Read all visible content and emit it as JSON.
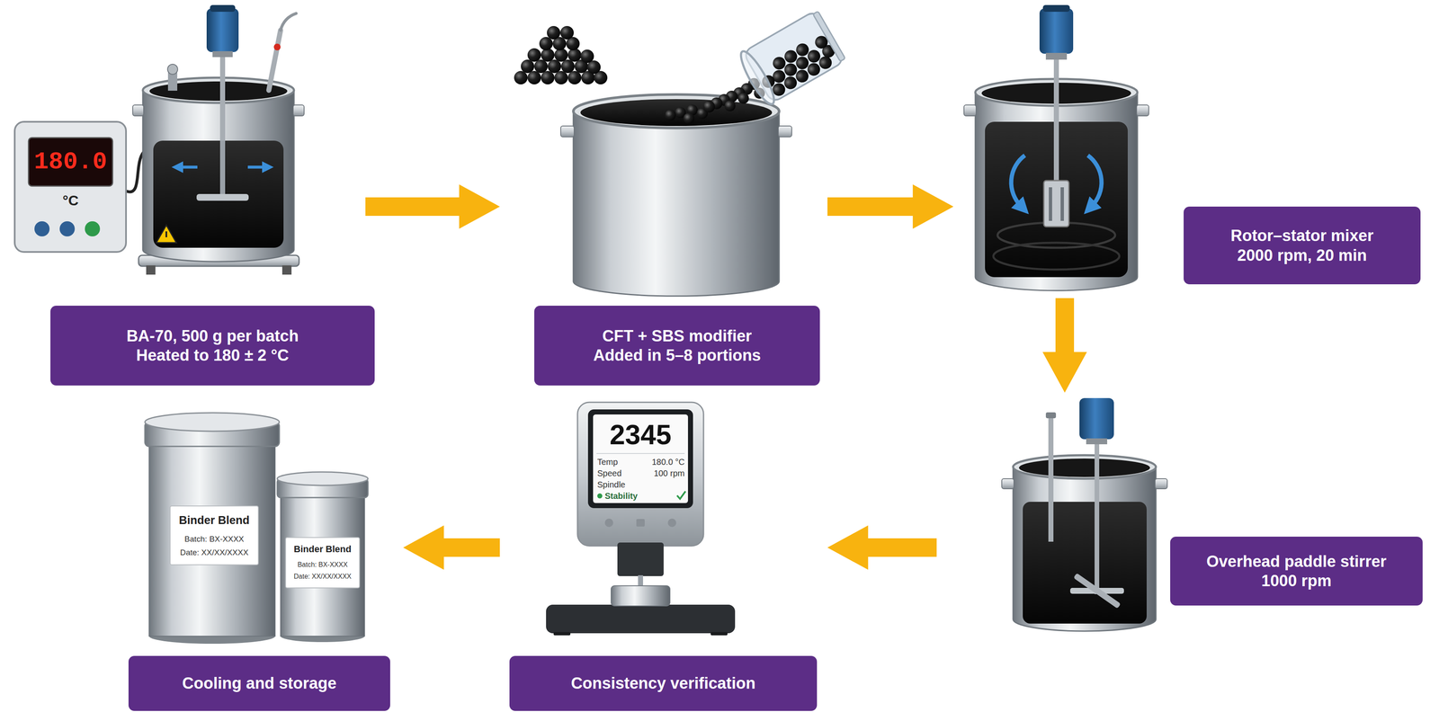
{
  "diagram": {
    "nodes": [
      {
        "text": [
          "BA-70, 500 g per batch Heated to 180 ± 2 °C"
        ]
      },
      {
        "text": [
          "CFT + SBS modifier Added in 5–8 portions"
        ]
      },
      {
        "text": [
          "Rotor–stator mixer 2000 rpm, 20 min"
        ]
      },
      {
        "text": [
          "Overhead paddle stirrer 1000 rpm"
        ]
      },
      {
        "text": [
          "Consistency verification"
        ]
      },
      {
        "text": [
          "Cooling and storage"
        ]
      }
    ],
    "edges": [
      {
        "from": 0,
        "to": 1,
        "arrow": "to"
      },
      {
        "from": 1,
        "to": 2,
        "arrow": "to"
      },
      {
        "from": 2,
        "to": 3,
        "arrow": "to"
      },
      {
        "from": 3,
        "to": 4,
        "arrow": "to"
      },
      {
        "from": 4,
        "to": 5,
        "arrow": "to"
      }
    ],
    "labels": [
      "180.0",
      "°C",
      "2345",
      "Temp",
      "180.0 °C",
      "Speed",
      "100 rpm",
      "Spindle",
      "Stability",
      "Binder Blend",
      "Batch: BX-XXXX",
      "Date: XX/XX/XXXX",
      "Binder Blend",
      "Batch: BX-XXXX",
      "Date: XX/XX/XXXX"
    ]
  }
}
